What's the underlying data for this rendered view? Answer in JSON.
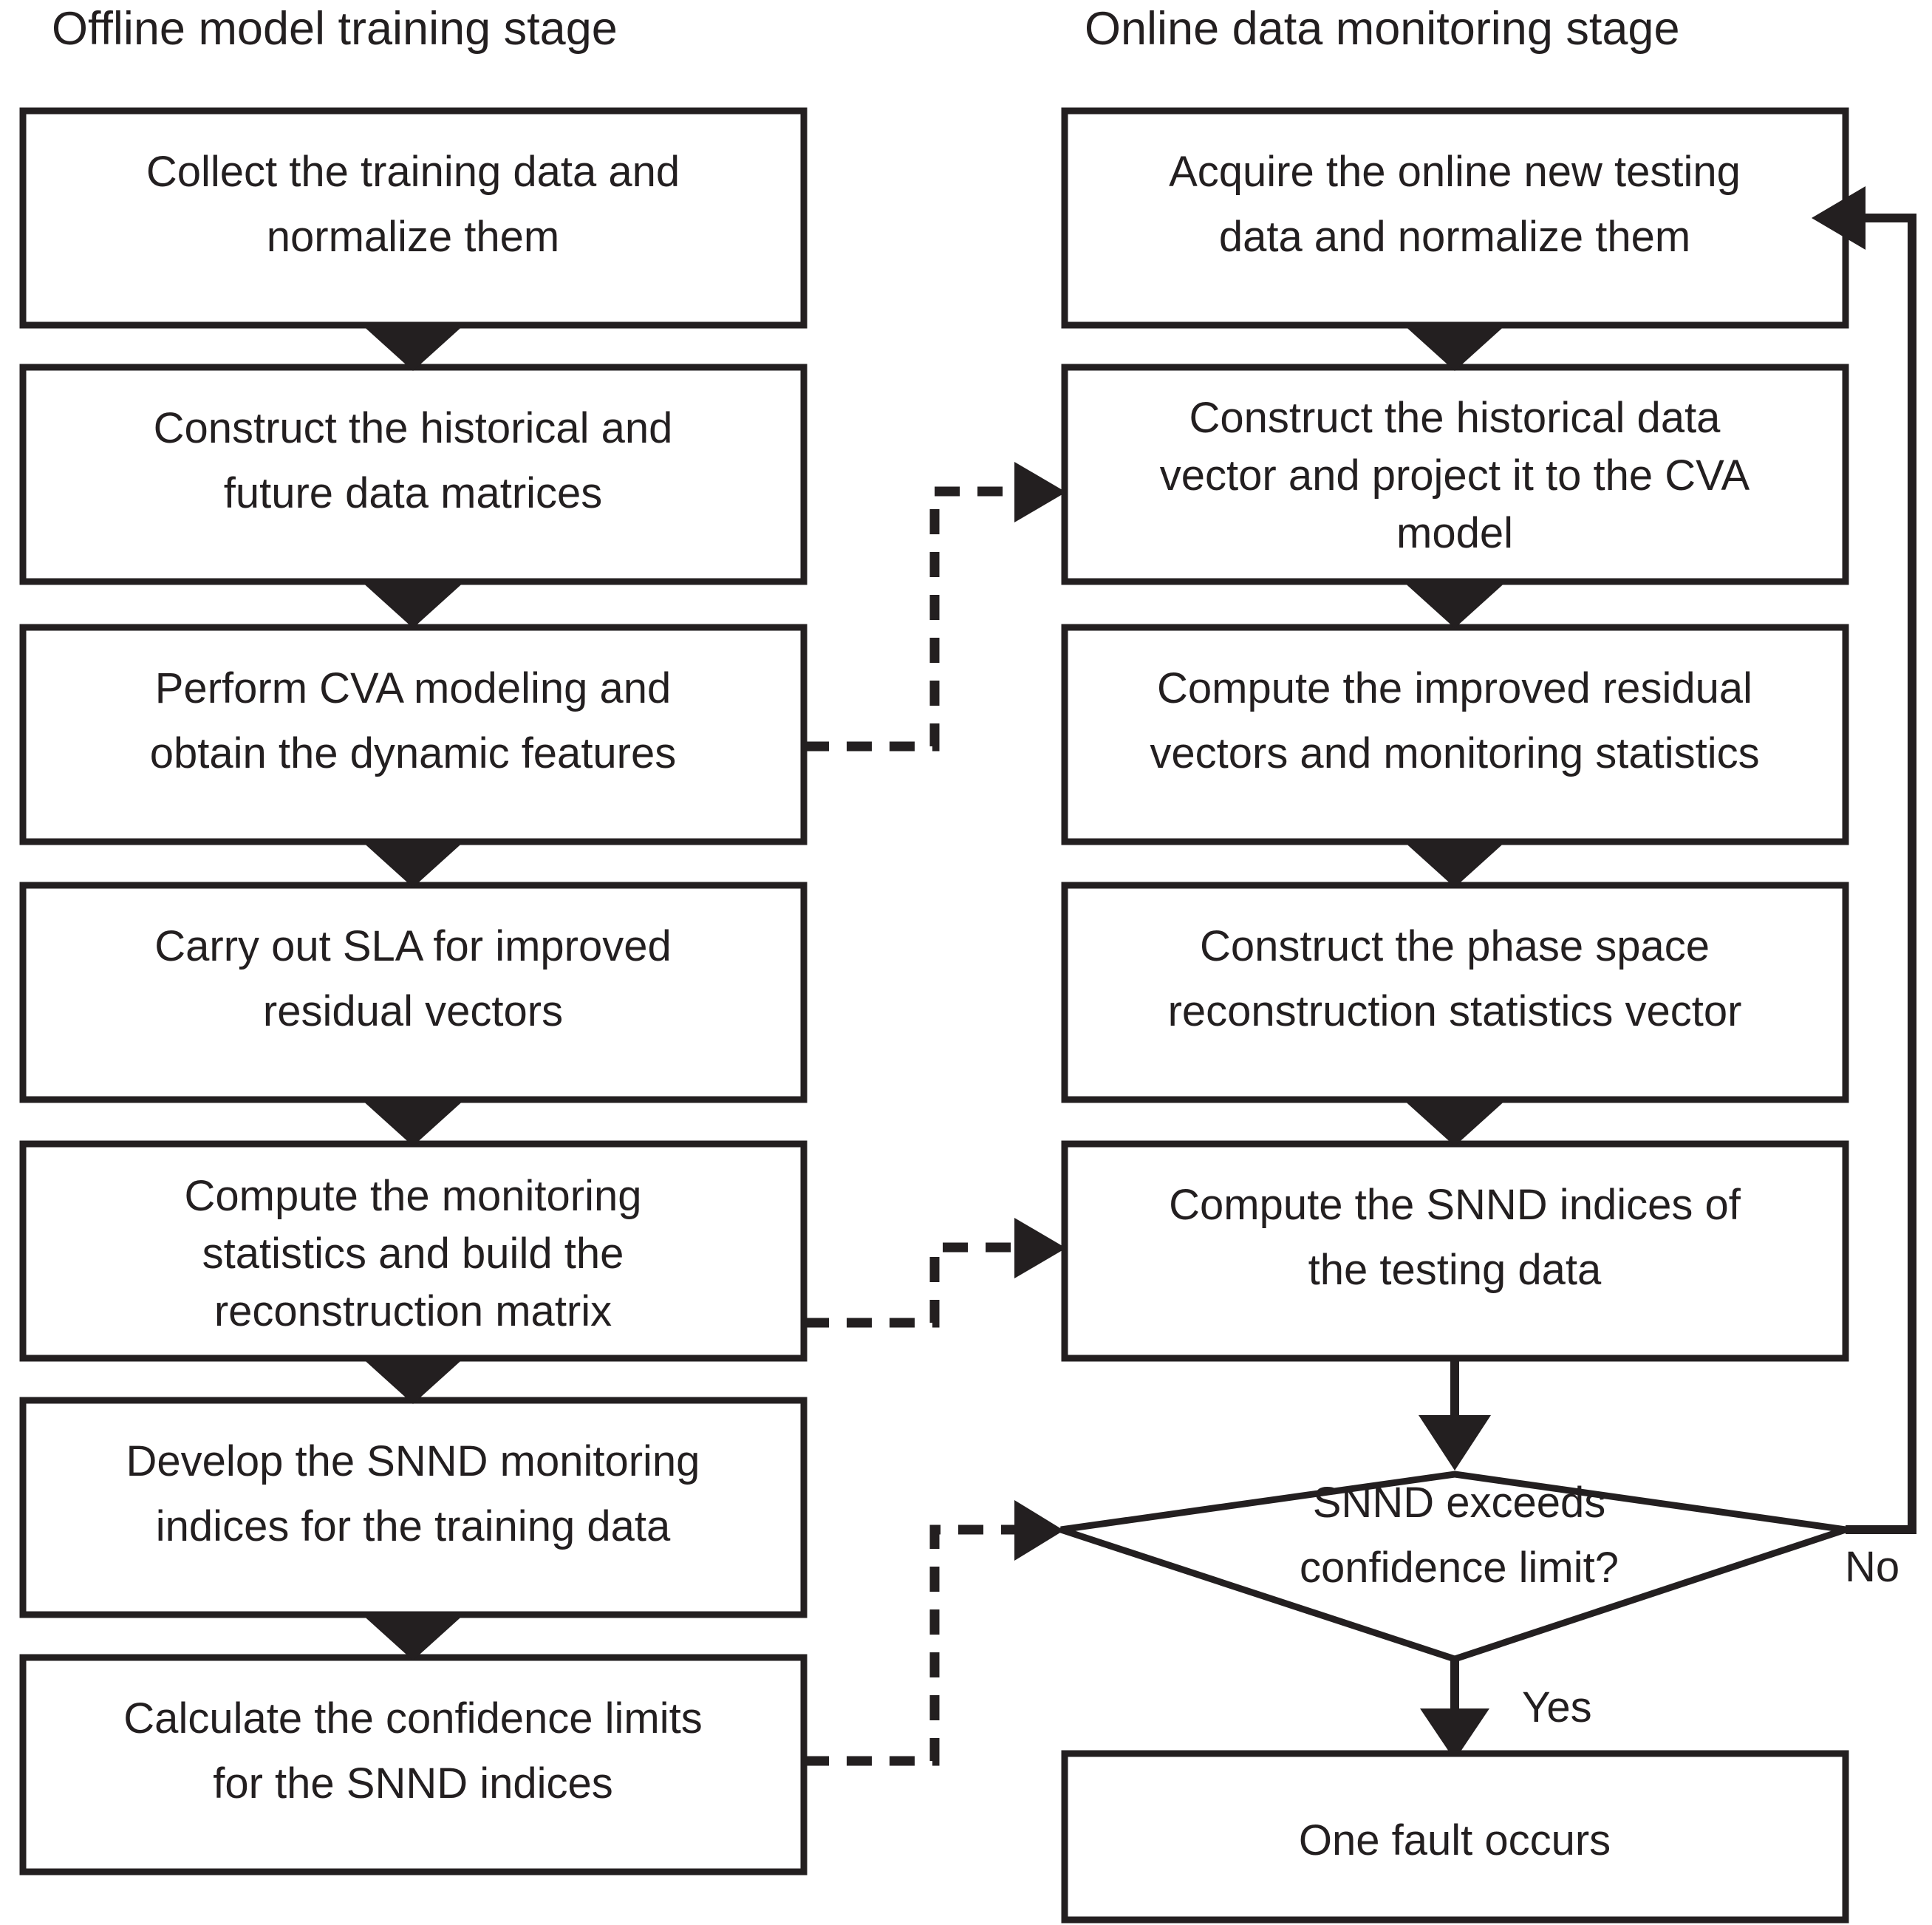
{
  "diagram": {
    "title_left": "Offline model training stage",
    "title_right": "Online data monitoring stage",
    "colors": {
      "ink": "#231f20",
      "background": "#ffffff"
    },
    "left_stage": {
      "header": "Offline model training stage",
      "steps": [
        {
          "id": "collect-training-data",
          "line1": "Collect the training data and",
          "line2": "normalize them",
          "line3": ""
        },
        {
          "id": "construct-matrices",
          "line1": "Construct the historical and",
          "line2": "future data matrices",
          "line3": ""
        },
        {
          "id": "perform-cva",
          "line1": "Perform CVA modeling and",
          "line2": "obtain the dynamic features",
          "line3": ""
        },
        {
          "id": "carry-out-sla",
          "line1": "Carry out SLA for improved",
          "line2": "residual vectors",
          "line3": ""
        },
        {
          "id": "compute-monitoring-statistics",
          "line1": "Compute the monitoring",
          "line2": "statistics and build the",
          "line3": "reconstruction matrix"
        },
        {
          "id": "develop-snnd-indices",
          "line1": "Develop the SNND monitoring",
          "line2": "indices for the training data",
          "line3": ""
        },
        {
          "id": "calculate-confidence-limits",
          "line1": "Calculate the confidence limits",
          "line2": "for the SNND indices",
          "line3": ""
        }
      ]
    },
    "right_stage": {
      "header": "Online data monitoring stage",
      "steps": [
        {
          "id": "acquire-testing-data",
          "line1": "Acquire the online new testing",
          "line2": "data and normalize them",
          "line3": ""
        },
        {
          "id": "construct-historical-vector",
          "line1": "Construct the historical data",
          "line2": "vector and project it to the CVA",
          "line3": "model"
        },
        {
          "id": "compute-residual-vectors",
          "line1": "Compute the improved residual",
          "line2": "vectors and monitoring statistics",
          "line3": ""
        },
        {
          "id": "construct-phase-space",
          "line1": "Construct the phase space",
          "line2": "reconstruction statistics vector",
          "line3": ""
        },
        {
          "id": "compute-snnd-testing",
          "line1": "Compute the SNND indices of",
          "line2": "the testing data",
          "line3": ""
        }
      ],
      "decision": {
        "id": "snnd-decision",
        "line1": "SNND exceeds",
        "line2": "confidence limit?"
      },
      "terminal": {
        "id": "one-fault-occurs",
        "line1": "One fault occurs",
        "line2": "",
        "line3": ""
      },
      "branch_labels": {
        "yes": "Yes",
        "no": "No"
      }
    },
    "cross_links": [
      {
        "id": "cva-model-to-online",
        "from": "perform-cva",
        "to": "construct-historical-vector",
        "style": "dashed"
      },
      {
        "id": "reconstruction-matrix-to-snnd",
        "from": "compute-monitoring-statistics",
        "to": "compute-snnd-testing",
        "style": "dashed"
      },
      {
        "id": "limits-to-decision",
        "from": "calculate-confidence-limits",
        "to": "snnd-decision",
        "style": "dashed"
      }
    ],
    "feedback_link": {
      "id": "no-feedback-loop",
      "from": "snnd-decision",
      "to": "acquire-testing-data",
      "label": "No",
      "style": "solid"
    }
  }
}
